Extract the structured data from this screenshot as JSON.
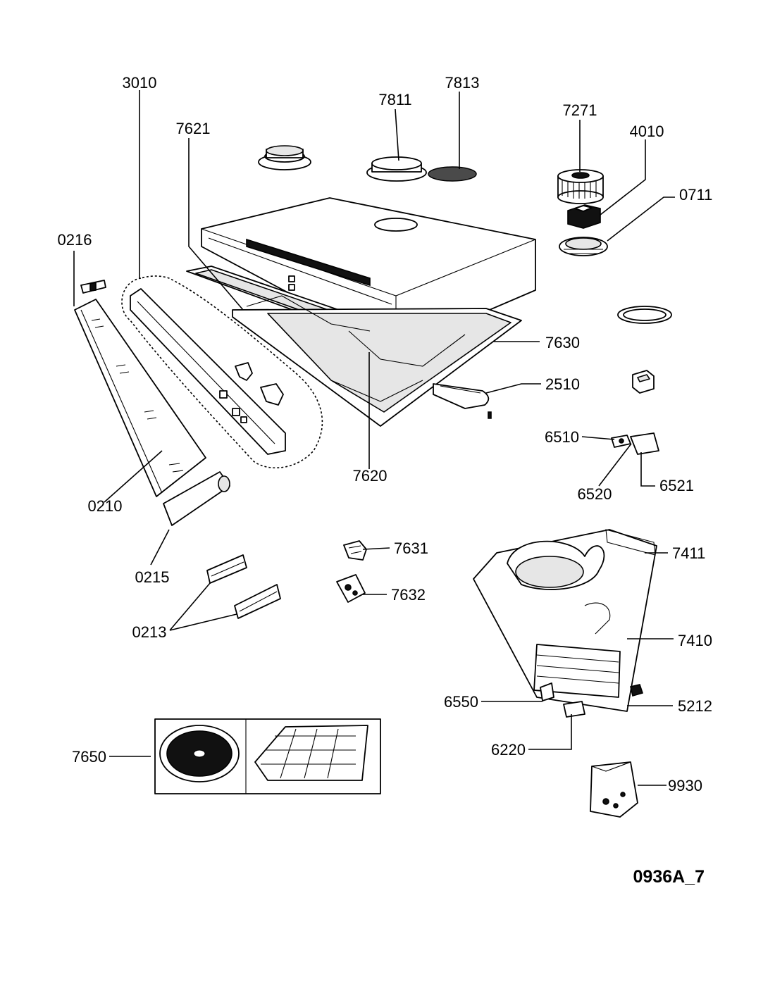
{
  "diagram": {
    "drawing_code": "0936A_7",
    "labels": [
      {
        "id": "3010",
        "text": "3010"
      },
      {
        "id": "7621",
        "text": "7621"
      },
      {
        "id": "7811",
        "text": "7811"
      },
      {
        "id": "7813",
        "text": "7813"
      },
      {
        "id": "7271",
        "text": "7271"
      },
      {
        "id": "4010",
        "text": "4010"
      },
      {
        "id": "0711",
        "text": "0711"
      },
      {
        "id": "0216",
        "text": "0216"
      },
      {
        "id": "7630",
        "text": "7630"
      },
      {
        "id": "2510",
        "text": "2510"
      },
      {
        "id": "6510",
        "text": "6510"
      },
      {
        "id": "6520",
        "text": "6520"
      },
      {
        "id": "6521",
        "text": "6521"
      },
      {
        "id": "7620",
        "text": "7620"
      },
      {
        "id": "0210",
        "text": "0210"
      },
      {
        "id": "7631",
        "text": "7631"
      },
      {
        "id": "7411",
        "text": "7411"
      },
      {
        "id": "0215",
        "text": "0215"
      },
      {
        "id": "7632",
        "text": "7632"
      },
      {
        "id": "0213",
        "text": "0213"
      },
      {
        "id": "7410",
        "text": "7410"
      },
      {
        "id": "6550",
        "text": "6550"
      },
      {
        "id": "5212",
        "text": "5212"
      },
      {
        "id": "7650",
        "text": "7650"
      },
      {
        "id": "6220",
        "text": "6220"
      },
      {
        "id": "9930",
        "text": "9930"
      }
    ]
  }
}
